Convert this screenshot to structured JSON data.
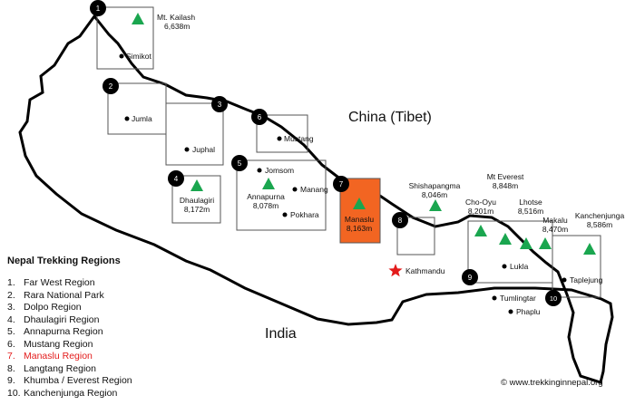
{
  "country_labels": {
    "china": "China (Tibet)",
    "india": "India"
  },
  "legend": {
    "title": "Nepal Trekking Regions",
    "items": [
      {
        "num": "1.",
        "name": "Far West Region"
      },
      {
        "num": "2.",
        "name": "Rara National Park"
      },
      {
        "num": "3.",
        "name": "Dolpo Region"
      },
      {
        "num": "4.",
        "name": "Dhaulagiri Region"
      },
      {
        "num": "5.",
        "name": "Annapurna Region"
      },
      {
        "num": "6.",
        "name": "Mustang Region"
      },
      {
        "num": "7.",
        "name": "Manaslu Region",
        "highlight": true
      },
      {
        "num": "8.",
        "name": "Langtang Region"
      },
      {
        "num": "9.",
        "name": "Khumba / Everest Region"
      },
      {
        "num": "10.",
        "name": "Kanchenjunga Region"
      }
    ]
  },
  "region_markers": [
    "1",
    "2",
    "3",
    "4",
    "5",
    "6",
    "7",
    "8",
    "9",
    "10"
  ],
  "peaks": {
    "kailash": {
      "name": "Mt. Kailash",
      "height": "6,638m"
    },
    "dhaulagiri": {
      "name": "Dhaulagiri",
      "height": "8,172m"
    },
    "annapurna": {
      "name": "Annapurna",
      "height": "8,078m"
    },
    "manaslu": {
      "name": "Manaslu",
      "height": "8,163m"
    },
    "shishapangma": {
      "name": "Shishapangma",
      "height": "8,046m"
    },
    "choOyu": {
      "name": "Cho-Oyu",
      "height": "8,201m"
    },
    "everest": {
      "name": "Mt Everest",
      "height": "8,848m"
    },
    "lhotse": {
      "name": "Lhotse",
      "height": "8,516m"
    },
    "makalu": {
      "name": "Makalu",
      "height": "8,470m"
    },
    "kanchenjunga": {
      "name": "Kanchenjunga",
      "height": "8,586m"
    }
  },
  "towns": {
    "simikot": "Simikot",
    "jumla": "Jumla",
    "juphal": "Juphal",
    "mustang": "Mustang",
    "jomsom": "Jomsom",
    "manang": "Manang",
    "pokhara": "Pokhara",
    "kathmandu": "Kathmandu",
    "lukla": "Lukla",
    "tumlingtar": "Tumlingtar",
    "phaplu": "Phaplu",
    "taplejung": "Taplejung"
  },
  "copyright": "© www.trekkinginnepal.org",
  "colors": {
    "peak": "#1aa64f",
    "highlight_region": "#f26522",
    "capital_star": "#e31b1b",
    "marker": "#000000",
    "border": "#000000"
  }
}
